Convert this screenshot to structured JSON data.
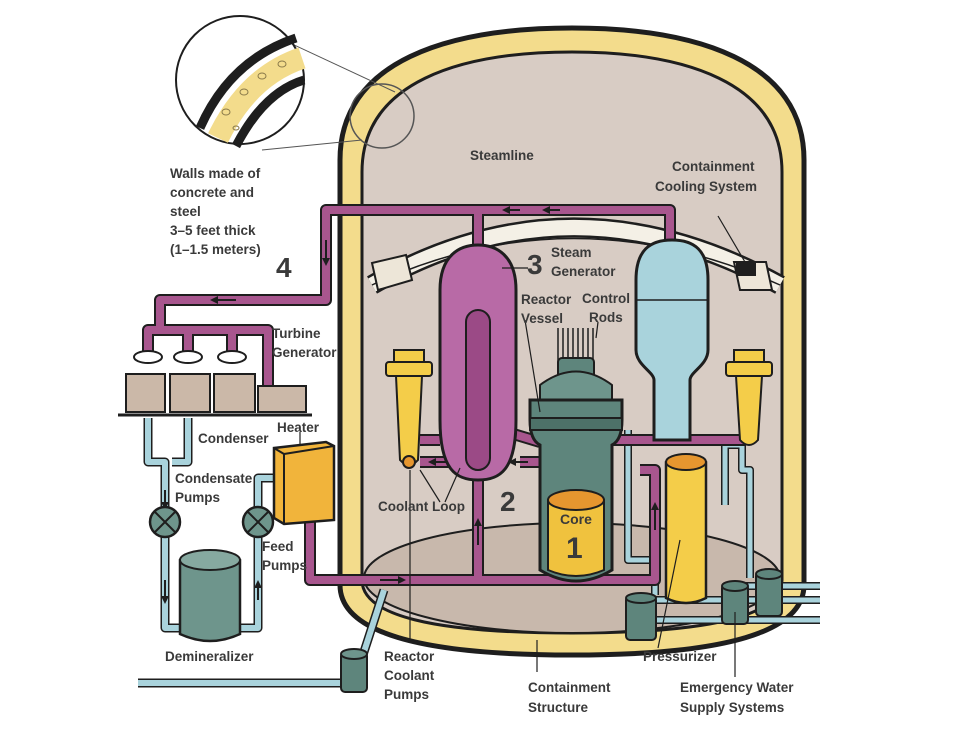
{
  "colors": {
    "containment_wall": "#f3dc8c",
    "containment_outline": "#1e1e1e",
    "interior": "#d8ccc4",
    "primary_loop": "#a8568e",
    "steam_generator": "#b86aa6",
    "reactor_vessel": "#5e857c",
    "core": "#f0c23e",
    "cooling_system": "#a9d3dc",
    "pressurizer": "#f4cd49",
    "turbine": "#cbb8a8",
    "water_pipes": "#a9d3dc",
    "heater": "#f1b43b"
  },
  "labels": {
    "walls": [
      "Walls made of",
      "concrete and",
      "steel",
      "3–5 feet thick",
      "(1–1.5 meters)"
    ],
    "steamline": "Steamline",
    "containment_cooling": [
      "Containment",
      "Cooling System"
    ],
    "steam_generator": [
      "Steam",
      "Generator"
    ],
    "reactor_vessel": [
      "Reactor",
      "Vessel"
    ],
    "control_rods": [
      "Control",
      "Rods"
    ],
    "turbine_generator": [
      "Turbine",
      "Generator"
    ],
    "condenser": "Condenser",
    "heater": "Heater",
    "condensate_pumps": [
      "Condensate",
      "Pumps"
    ],
    "feed_pumps": [
      "Feed",
      "Pumps"
    ],
    "coolant_loop": "Coolant Loop",
    "core": "Core",
    "demineralizer": "Demineralizer",
    "reactor_coolant_pumps": [
      "Reactor",
      "Coolant",
      "Pumps"
    ],
    "containment_structure": [
      "Containment",
      "Structure"
    ],
    "pressurizer": "Pressurizer",
    "emergency_water": [
      "Emergency Water",
      "Supply Systems"
    ]
  },
  "step_numbers": {
    "core": "1",
    "coolant_loop": "2",
    "steam_generator": "3",
    "turbine": "4"
  }
}
